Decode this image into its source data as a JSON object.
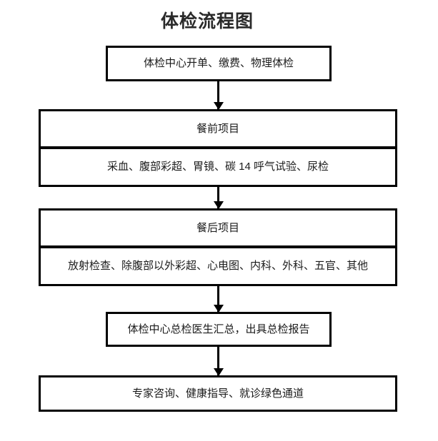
{
  "title": "体检流程图",
  "flow": {
    "intake": {
      "label": "体检中心开单、缴费、物理体检"
    },
    "pre_meal": {
      "header": "餐前项目",
      "items": "采血、腹部彩超、胃镜、碳 14 呼气试验、尿检"
    },
    "post_meal": {
      "header": "餐后项目",
      "items": "放射检查、除腹部以外彩超、心电图、内科、外科、五官、其他"
    },
    "summary": {
      "label": "体检中心总检医生汇总，出具总检报告"
    },
    "followup": {
      "label": "专家咨询、健康指导、就诊绿色通道"
    }
  },
  "connectors": [
    {
      "name": "intake-to-pre-meal"
    },
    {
      "name": "pre-meal-to-post-meal"
    },
    {
      "name": "post-meal-to-summary"
    },
    {
      "name": "summary-to-followup"
    }
  ],
  "style": {
    "border_color": "#000000",
    "text_color": "#1b1b1b",
    "background": "#ffffff"
  }
}
